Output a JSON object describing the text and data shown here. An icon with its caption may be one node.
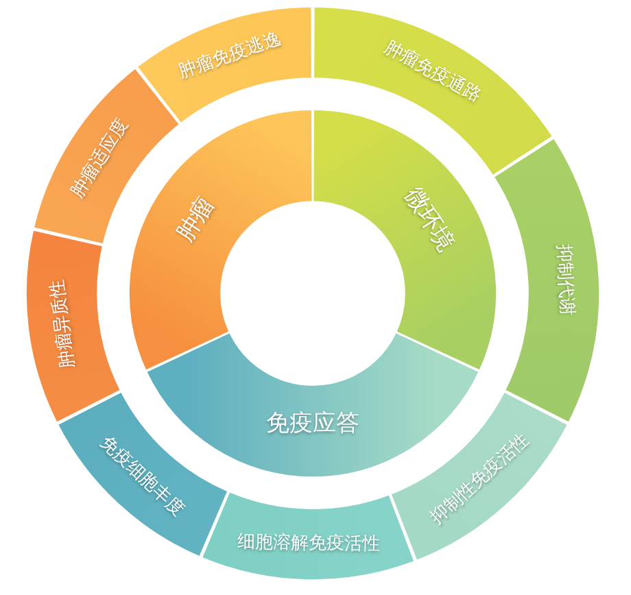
{
  "diagram": {
    "nodes": [
      {
        "text": [
          "肿瘤免疫逃逸"
        ]
      },
      {
        "text": [
          "肿瘤免疫通路"
        ]
      },
      {
        "text": [
          "肿瘤适应度"
        ]
      },
      {
        "text": [
          "肿瘤"
        ]
      },
      {
        "text": [
          "微环境"
        ]
      },
      {
        "text": [
          "抑制代谢"
        ]
      },
      {
        "text": [
          "肿瘤异质性"
        ]
      },
      {
        "text": [
          "免疫应答"
        ]
      },
      {
        "text": [
          "免疫细胞丰度"
        ]
      },
      {
        "text": [
          "抑制性免疫活性"
        ]
      },
      {
        "text": [
          "细胞溶解免疫活性"
        ]
      }
    ]
  }
}
